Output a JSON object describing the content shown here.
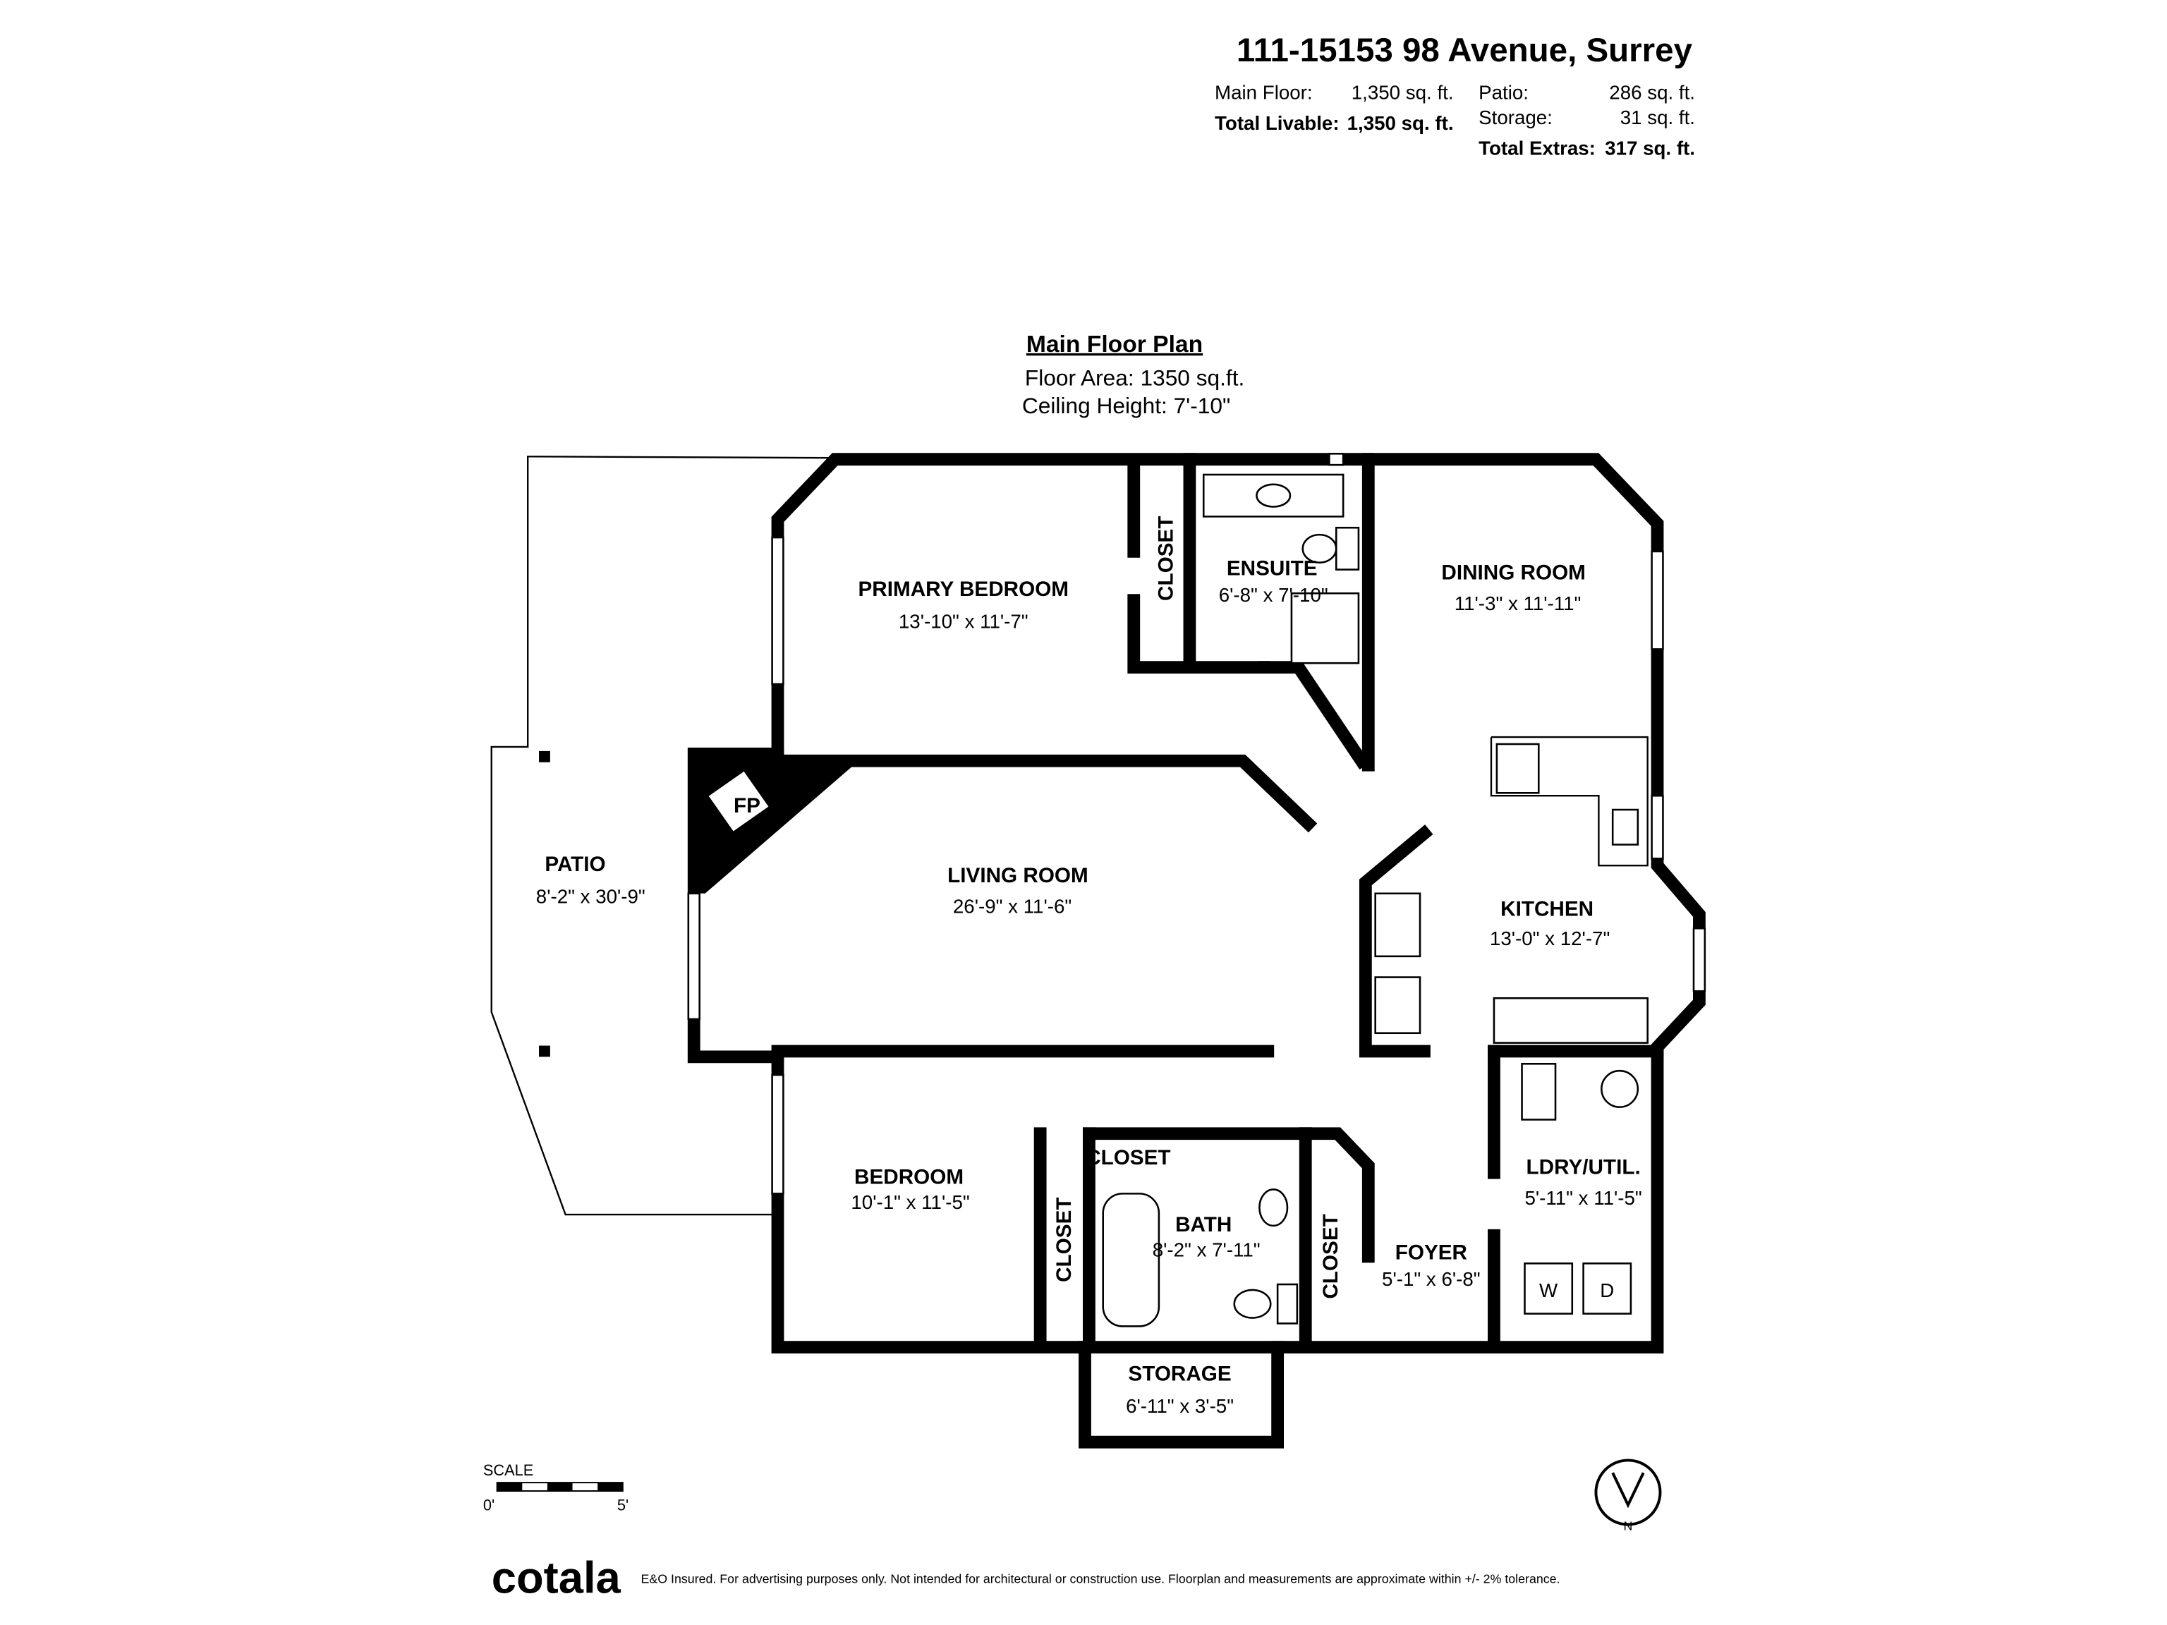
{
  "header": {
    "address": "111-15153 98 Avenue, Surrey",
    "main_floor_label": "Main Floor:",
    "main_floor_value": "1,350 sq. ft.",
    "total_livable_label": "Total Livable:",
    "total_livable_value": "1,350 sq. ft.",
    "patio_label": "Patio:",
    "patio_value": "286 sq. ft.",
    "storage_label": "Storage:",
    "storage_value": "31 sq. ft.",
    "total_extras_label": "Total Extras:",
    "total_extras_value": "317 sq. ft."
  },
  "plan": {
    "title": "Main Floor Plan",
    "floor_area": "Floor Area: 1350 sq.ft.",
    "ceiling_height": "Ceiling Height: 7'-10\""
  },
  "rooms": {
    "patio": {
      "name": "PATIO",
      "dims": "8'-2\" x 30'-9\""
    },
    "primary_bedroom": {
      "name": "PRIMARY BEDROOM",
      "dims": "13'-10\" x 11'-7\""
    },
    "ensuite": {
      "name": "ENSUITE",
      "dims": "6'-8\" x 7'-10\""
    },
    "dining_room": {
      "name": "DINING ROOM",
      "dims": "11'-3\" x 11'-11\""
    },
    "living_room": {
      "name": "LIVING ROOM",
      "dims": "26'-9\" x 11'-6\""
    },
    "kitchen": {
      "name": "KITCHEN",
      "dims": "13'-0\" x 12'-7\""
    },
    "bedroom": {
      "name": "BEDROOM",
      "dims": "10'-1\" x 11'-5\""
    },
    "bath": {
      "name": "BATH",
      "dims": "8'-2\" x 7'-11\""
    },
    "foyer": {
      "name": "FOYER",
      "dims": "5'-1\" x 6'-8\""
    },
    "ldry": {
      "name": "LDRY/UTIL.",
      "dims": "5'-11\" x 11'-5\""
    },
    "storage": {
      "name": "STORAGE",
      "dims": "6'-11\" x 3'-5\""
    },
    "closet_label": "CLOSET",
    "fireplace": "FP",
    "washer": "W",
    "dryer": "D"
  },
  "scale": {
    "label": "SCALE",
    "start": "0'",
    "end": "5'"
  },
  "compass": {
    "north": "N"
  },
  "footer": {
    "brand": "cotala",
    "disclaimer": "E&O Insured. For advertising purposes only. Not intended for architectural or construction use. Floorplan and measurements are approximate within +/- 2% tolerance."
  }
}
